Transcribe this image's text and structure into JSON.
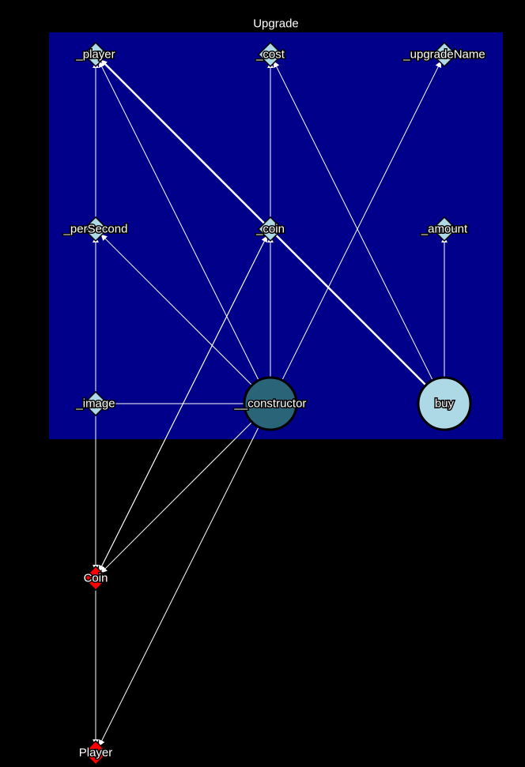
{
  "cluster": {
    "title": "Upgrade",
    "fill": "#00008b"
  },
  "nodes": [
    {
      "id": "player_field",
      "label": "_player",
      "shape": "diamond",
      "color": "#add8e6",
      "group": "Upgrade"
    },
    {
      "id": "cost",
      "label": "_cost",
      "shape": "diamond",
      "color": "#add8e6",
      "group": "Upgrade"
    },
    {
      "id": "upgradeName",
      "label": "_upgradeName",
      "shape": "diamond",
      "color": "#add8e6",
      "group": "Upgrade"
    },
    {
      "id": "perSecond",
      "label": "_perSecond",
      "shape": "diamond",
      "color": "#add8e6",
      "group": "Upgrade"
    },
    {
      "id": "coin_field",
      "label": "_coin",
      "shape": "diamond",
      "color": "#add8e6",
      "group": "Upgrade"
    },
    {
      "id": "amount",
      "label": "_amount",
      "shape": "diamond",
      "color": "#add8e6",
      "group": "Upgrade"
    },
    {
      "id": "image",
      "label": "_image",
      "shape": "diamond",
      "color": "#add8e6",
      "group": "Upgrade"
    },
    {
      "id": "constructor",
      "label": "__constructor",
      "shape": "circle",
      "color": "#2a6478",
      "group": "Upgrade"
    },
    {
      "id": "buy",
      "label": "buy",
      "shape": "circle",
      "color": "#add8e6",
      "group": "Upgrade"
    },
    {
      "id": "Coin",
      "label": "Coin",
      "shape": "diamond",
      "color": "#ff0000",
      "group": ""
    },
    {
      "id": "Player",
      "label": "Player",
      "shape": "diamond",
      "color": "#ff0000",
      "group": ""
    }
  ],
  "edges": [
    {
      "from": "perSecond",
      "to": "player_field"
    },
    {
      "from": "image",
      "to": "perSecond"
    },
    {
      "from": "image",
      "to": "Coin"
    },
    {
      "from": "coin_field",
      "to": "cost"
    },
    {
      "from": "constructor",
      "to": "coin_field"
    },
    {
      "from": "constructor",
      "to": "player_field"
    },
    {
      "from": "constructor",
      "to": "perSecond"
    },
    {
      "from": "constructor",
      "to": "upgradeName"
    },
    {
      "from": "constructor",
      "to": "image"
    },
    {
      "from": "constructor",
      "to": "Coin"
    },
    {
      "from": "constructor",
      "to": "Player"
    },
    {
      "from": "buy",
      "to": "player_field",
      "weight": "heavy"
    },
    {
      "from": "buy",
      "to": "cost"
    },
    {
      "from": "buy",
      "to": "amount"
    },
    {
      "from": "coin_field",
      "to": "Coin"
    },
    {
      "from": "Coin",
      "to": "coin_field"
    },
    {
      "from": "Coin",
      "to": "Player"
    }
  ]
}
